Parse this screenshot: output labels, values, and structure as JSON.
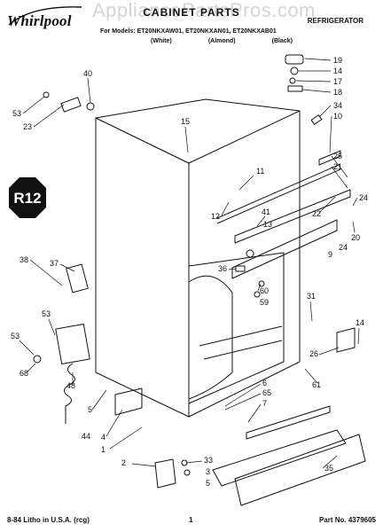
{
  "brand": "Whirlpool",
  "watermark": "AppliancePartsPros.com",
  "header": {
    "section_title": "CABINET PARTS",
    "product_line": "REFRIGERATOR",
    "models_line": "For Models: ET20NKXAW01, ET20NKXAN01, ET20NKXAB01",
    "colors": [
      "(White)",
      "(Almond)",
      "(Black)"
    ]
  },
  "stamp_text": "R12",
  "callouts": {
    "top_right": [
      "19",
      "14",
      "17",
      "18",
      "34",
      "10"
    ],
    "top_left": [
      "40",
      "53",
      "23",
      "15"
    ],
    "middle": [
      "11",
      "12",
      "41",
      "13",
      "36",
      "60",
      "59",
      "25",
      "21",
      "22",
      "24",
      "20",
      "24",
      "9"
    ],
    "left": [
      "38",
      "37",
      "53",
      "53",
      "68",
      "48",
      "44",
      "5",
      "4",
      "1"
    ],
    "right_bottom": [
      "31",
      "14",
      "26",
      "61",
      "6",
      "65",
      "7",
      "35"
    ],
    "bottom": [
      "2",
      "33",
      "3",
      "5"
    ]
  },
  "footer": {
    "left": "8-84 Litho in U.S.A. (rcg)",
    "page": "1",
    "part_no": "Part No. 4379605"
  },
  "colors_hex": {
    "ink": "#111111",
    "paper": "#ffffff",
    "watermark": "#a0a0a0"
  }
}
